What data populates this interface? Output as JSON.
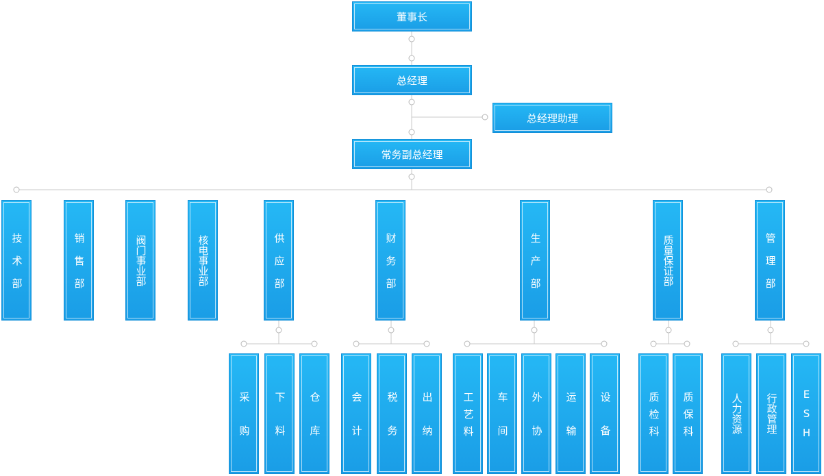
{
  "chart": {
    "title": "",
    "top": {
      "chairman": "董事长",
      "gm": "总经理",
      "gm_assistant": "总经理助理",
      "exec_vp": "常务副总经理"
    },
    "departments": [
      "技术部",
      "销售部",
      "阀门事业部",
      "核电事业部",
      "供应部",
      "财务部",
      "生产部",
      "质量保证部",
      "管理部"
    ],
    "sub_units": {
      "supply": [
        "采购",
        "下料",
        "仓库"
      ],
      "finance": [
        "会计",
        "税务",
        "出纳"
      ],
      "production": [
        "工艺料",
        "车间",
        "外协",
        "运输",
        "设备"
      ],
      "quality": [
        "质检科",
        "质保科"
      ],
      "management": [
        "人力资源",
        "行政管理",
        "ESH"
      ]
    }
  },
  "colors": {
    "box": "#1da5ec",
    "line": "#c8c8c8"
  }
}
